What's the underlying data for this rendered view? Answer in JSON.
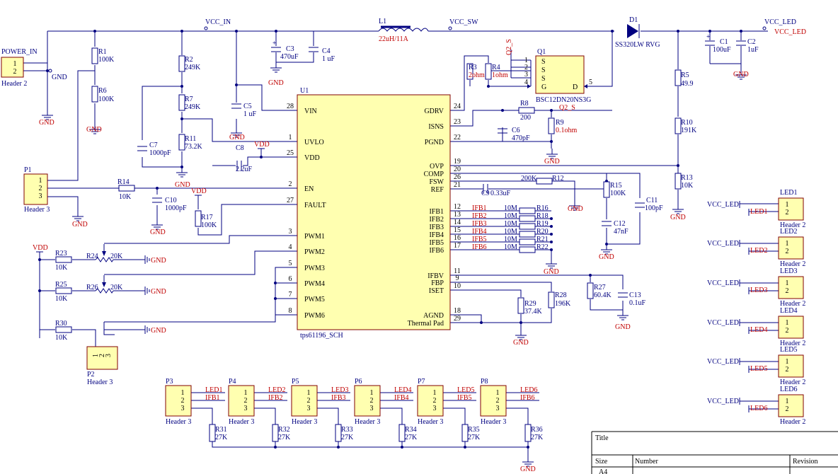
{
  "nets": {
    "vcc_in": "VCC_IN",
    "vcc_sw": "VCC_SW",
    "vcc_led": "VCC_LED",
    "vcc_led_flag": "VCC_LED",
    "gnd": "GND",
    "vdd": "VDD",
    "q2s": "Q2_S",
    "q2s_vert": "Q2_S"
  },
  "colors": {
    "wire": "#000080",
    "ref_text": "#c00000",
    "ic_fill": "#ffffb0",
    "ic_border": "#800000"
  },
  "u1": {
    "ref": "U1",
    "name": "tps61196_SCH",
    "left_pins": [
      {
        "num": "28",
        "name": "VIN"
      },
      {
        "num": "1",
        "name": "UVLO"
      },
      {
        "num": "25",
        "name": "VDD"
      },
      {
        "num": "2",
        "name": "EN"
      },
      {
        "num": "27",
        "name": "FAULT"
      },
      {
        "num": "3",
        "name": "PWM1"
      },
      {
        "num": "4",
        "name": "PWM2"
      },
      {
        "num": "5",
        "name": "PWM3"
      },
      {
        "num": "6",
        "name": "PWM4"
      },
      {
        "num": "7",
        "name": "PWM5"
      },
      {
        "num": "8",
        "name": "PWM6"
      }
    ],
    "right_pins": [
      {
        "num": "24",
        "name": "GDRV"
      },
      {
        "num": "23",
        "name": "ISNS"
      },
      {
        "num": "22",
        "name": "PGND"
      },
      {
        "num": "19",
        "name": "OVP"
      },
      {
        "num": "20",
        "name": "COMP"
      },
      {
        "num": "26",
        "name": "FSW"
      },
      {
        "num": "21",
        "name": "REF"
      },
      {
        "num": "12",
        "name": "IFB1"
      },
      {
        "num": "13",
        "name": "IFB2"
      },
      {
        "num": "14",
        "name": "IFB3"
      },
      {
        "num": "15",
        "name": "IFB4"
      },
      {
        "num": "16",
        "name": "IFB5"
      },
      {
        "num": "17",
        "name": "IFB6"
      },
      {
        "num": "11",
        "name": "IFBV"
      },
      {
        "num": "9",
        "name": "FBP"
      },
      {
        "num": "10",
        "name": "ISET"
      },
      {
        "num": "18",
        "name": "AGND"
      },
      {
        "num": "29",
        "name": "Thermal Pad"
      }
    ]
  },
  "components": {
    "power_in": {
      "ref": "POWER_IN",
      "name": "Header 2",
      "pin1": "1",
      "pin2": "2"
    },
    "p1": {
      "ref": "P1",
      "name": "Header 3"
    },
    "p2": {
      "ref": "P2",
      "name": "Header 3"
    },
    "r1": {
      "ref": "R1",
      "value": "100K"
    },
    "r6": {
      "ref": "R6",
      "value": "100K"
    },
    "r2": {
      "ref": "R2",
      "value": "249K"
    },
    "r7": {
      "ref": "R7",
      "value": "249K"
    },
    "r11": {
      "ref": "R11",
      "value": "73.2K"
    },
    "c7": {
      "ref": "C7",
      "value": "1000pF"
    },
    "c3": {
      "ref": "C3",
      "value": "470uF"
    },
    "c4": {
      "ref": "C4",
      "value": "1 uF"
    },
    "c5": {
      "ref": "C5",
      "value": "1 uF"
    },
    "c8": {
      "ref": "C8",
      "value": "2.2uF"
    },
    "r14": {
      "ref": "R14",
      "value": "10K"
    },
    "c10": {
      "ref": "C10",
      "value": "1000pF"
    },
    "r17": {
      "ref": "R17",
      "value": "100K"
    },
    "r23": {
      "ref": "R23",
      "value": "10K"
    },
    "r24": {
      "ref": "R24",
      "value": "20K"
    },
    "r25": {
      "ref": "R25",
      "value": "10K"
    },
    "r26": {
      "ref": "R26",
      "value": "20K"
    },
    "r30": {
      "ref": "R30",
      "value": "10K"
    },
    "l1": {
      "ref": "L1",
      "value": "22uH/11A"
    },
    "d1": {
      "ref": "D1",
      "value": "SS320LW RVG"
    },
    "q1": {
      "ref": "Q1",
      "name": "BSC12DN20NS3G",
      "g": "G",
      "s": "S",
      "d": "D"
    },
    "r3": {
      "ref": "R3",
      "value": "2ohm"
    },
    "r4": {
      "ref": "R4",
      "value": "1ohm"
    },
    "r8": {
      "ref": "R8",
      "value": "200"
    },
    "r9": {
      "ref": "R9",
      "value": "0.1ohm"
    },
    "c6": {
      "ref": "C6",
      "value": "470pF"
    },
    "c1": {
      "ref": "C1",
      "value": "100uF"
    },
    "c2": {
      "ref": "C2",
      "value": "1uF"
    },
    "r5": {
      "ref": "R5",
      "value": "49.9"
    },
    "r10": {
      "ref": "R10",
      "value": "191K"
    },
    "r13": {
      "ref": "R13",
      "value": "10K"
    },
    "r12": {
      "ref": "R12",
      "value": "200K"
    },
    "c9": {
      "ref": "C9",
      "value": "0.33uF"
    },
    "r15": {
      "ref": "R15",
      "value": "100K"
    },
    "c12": {
      "ref": "C12",
      "value": "47nF"
    },
    "c11": {
      "ref": "C11",
      "value": "100pF"
    },
    "r27": {
      "ref": "R27",
      "value": "60.4K"
    },
    "c13": {
      "ref": "C13",
      "value": "0.1uF"
    },
    "r28": {
      "ref": "R28",
      "value": "196K"
    },
    "r29": {
      "ref": "R29",
      "value": "37.4K"
    }
  },
  "ifb_resistors": [
    {
      "net": "IFB1",
      "value": "10M",
      "ref": "R16"
    },
    {
      "net": "IFB2",
      "value": "10M",
      "ref": "R18"
    },
    {
      "net": "IFB3",
      "value": "10M",
      "ref": "R19"
    },
    {
      "net": "IFB4",
      "value": "10M",
      "ref": "R20"
    },
    {
      "net": "IFB5",
      "value": "10M",
      "ref": "R21"
    },
    {
      "net": "IFB6",
      "value": "10M",
      "ref": "R22"
    }
  ],
  "led_headers": [
    {
      "ref": "LED1",
      "net": "LED1",
      "name": "Header 2",
      "supply": "VCC_LED"
    },
    {
      "ref": "LED2",
      "net": "LED2",
      "name": "Header 2",
      "supply": "VCC_LED"
    },
    {
      "ref": "LED3",
      "net": "LED3",
      "name": "Header 2",
      "supply": "VCC_LED"
    },
    {
      "ref": "LED4",
      "net": "LED4",
      "name": "Header 2",
      "supply": "VCC_LED"
    },
    {
      "ref": "LED5",
      "net": "LED5",
      "name": "Header 2",
      "supply": "VCC_LED"
    },
    {
      "ref": "LED6",
      "net": "LED6",
      "name": "Header 2",
      "supply": "VCC_LED"
    }
  ],
  "bottom_headers": [
    {
      "ref": "P3",
      "name": "Header 3",
      "led": "LED1",
      "ifb": "IFB1",
      "rref": "R31",
      "rval": "27K"
    },
    {
      "ref": "P4",
      "name": "Header 3",
      "led": "LED2",
      "ifb": "IFB2",
      "rref": "R32",
      "rval": "27K"
    },
    {
      "ref": "P5",
      "name": "Header 3",
      "led": "LED3",
      "ifb": "IFB3",
      "rref": "R33",
      "rval": "27K"
    },
    {
      "ref": "P6",
      "name": "Header 3",
      "led": "LED4",
      "ifb": "IFB4",
      "rref": "R34",
      "rval": "27K"
    },
    {
      "ref": "P7",
      "name": "Header 3",
      "led": "LED5",
      "ifb": "IFB5",
      "rref": "R35",
      "rval": "27K"
    },
    {
      "ref": "P8",
      "name": "Header 3",
      "led": "LED6",
      "ifb": "IFB6",
      "rref": "R36",
      "rval": "27K"
    }
  ],
  "title_block": {
    "title": "Title",
    "size": "Size",
    "number": "Number",
    "revision": "Revision",
    "size_value": "A4"
  }
}
